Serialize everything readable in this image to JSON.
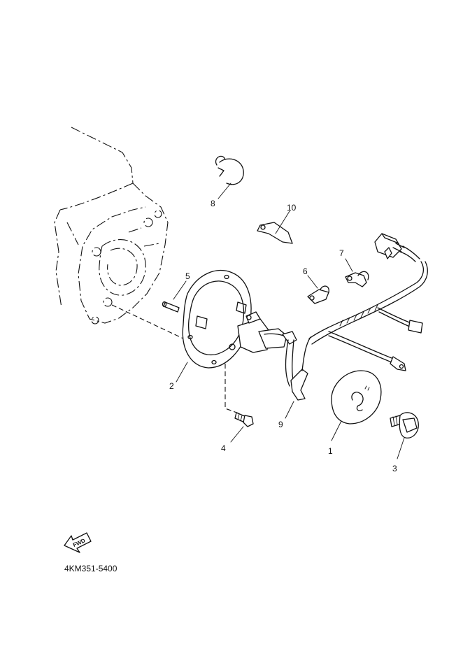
{
  "parts": [
    {
      "number": "1"
    },
    {
      "number": "2"
    },
    {
      "number": "3"
    },
    {
      "number": "4"
    },
    {
      "number": "5"
    },
    {
      "number": "6"
    },
    {
      "number": "7"
    },
    {
      "number": "8"
    },
    {
      "number": "9"
    },
    {
      "number": "10"
    }
  ],
  "fwd_label": "FWD",
  "diagram_code": "4KM351-5400"
}
